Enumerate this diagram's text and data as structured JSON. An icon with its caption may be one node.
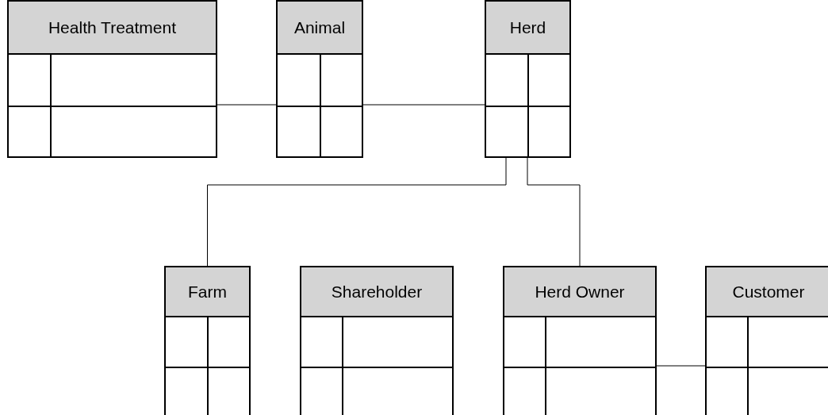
{
  "diagram": {
    "nodes": [
      {
        "text": [
          "Health Treatment"
        ]
      },
      {
        "text": [
          "Animal"
        ]
      },
      {
        "text": [
          "Herd"
        ]
      },
      {
        "text": [
          "Farm"
        ]
      },
      {
        "text": [
          "Shareholder"
        ]
      },
      {
        "text": [
          "Herd Owner"
        ]
      },
      {
        "text": [
          "Customer"
        ]
      }
    ],
    "edges": [
      {
        "from": 0,
        "to": 1,
        "arrow": "none"
      },
      {
        "from": 1,
        "to": 2,
        "arrow": "none"
      },
      {
        "from": 2,
        "to": 3,
        "arrow": "none"
      },
      {
        "from": 2,
        "to": 5,
        "arrow": "none"
      },
      {
        "from": 5,
        "to": 6,
        "arrow": "none"
      }
    ]
  }
}
